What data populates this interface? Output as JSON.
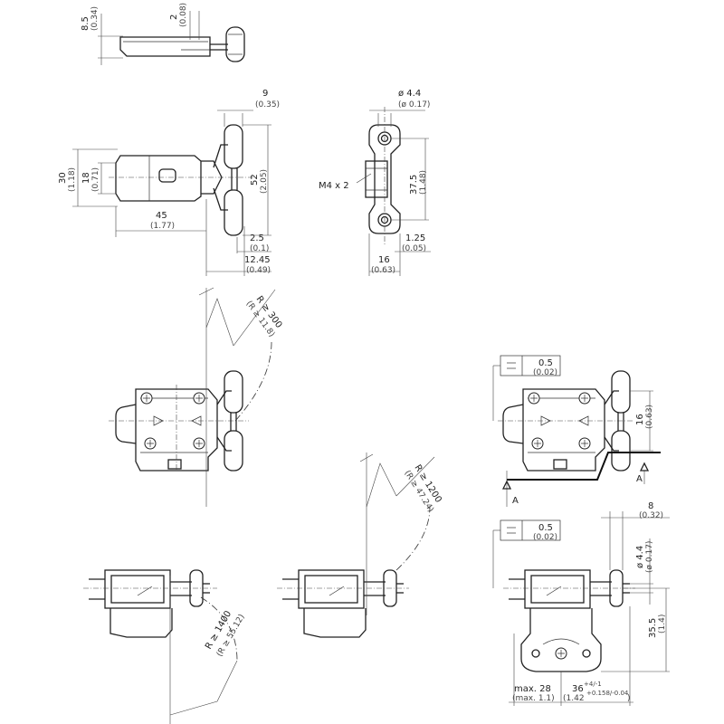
{
  "views": {
    "top_side": {
      "d1": "8.5",
      "d1_in": "(0.34)",
      "d2": "2",
      "d2_in": "(0.08)"
    },
    "front": {
      "d_9": "9",
      "d_9_in": "(0.35)",
      "d_30": "30",
      "d_30_in": "(1.18)",
      "d_18": "18",
      "d_18_in": "(0.71)",
      "d_52": "52",
      "d_52_in": "(2.05)",
      "d_45": "45",
      "d_45_in": "(1.77)",
      "d_2_5": "2.5",
      "d_2_5_in": "(0.1)",
      "d_12_45": "12.45",
      "d_12_45_in": "(0.49)"
    },
    "side": {
      "d_44": "ø 4.4",
      "d_44_in": "(ø 0.17)",
      "thread": "M4 x 2",
      "d_37_5": "37.5",
      "d_37_5_in": "(1.48)",
      "d_1_25": "1.25",
      "d_1_25_in": "(0.05)",
      "d_16": "16",
      "d_16_in": "(0.63)"
    },
    "radius_top": {
      "r": "R ≥ 300",
      "r_in": "(R ≥ 11.8)"
    },
    "mount_right": {
      "tol": "0.5",
      "tol_in": "(0.02)",
      "d_16": "16",
      "d_16_in": "(0.63)",
      "section_a1": "A",
      "section_a2": "A"
    },
    "radius_bottom_left": {
      "r": "R ≥ 1400",
      "r_in": "(R ≥ 55.12)"
    },
    "radius_bottom_mid": {
      "r": "R ≥ 1200",
      "r_in": "(R ≥ 47.24)"
    },
    "bottom_right": {
      "tol": "0.5",
      "tol_in": "(0.02)",
      "d_8": "8",
      "d_8_in": "(0.32)",
      "d_44": "ø 4.4",
      "d_44_in": "(ø 0.17)",
      "d_35_5": "35.5",
      "d_35_5_in": "(1.4)",
      "max": "max. 28",
      "max_in": "(max. 1.1)",
      "d_36": "36",
      "d_36_tol": "+4/-1",
      "d_36_in": "(1.42",
      "d_36_in_tol": "+0.158/-0.04",
      "d_36_in_close": ")"
    }
  }
}
